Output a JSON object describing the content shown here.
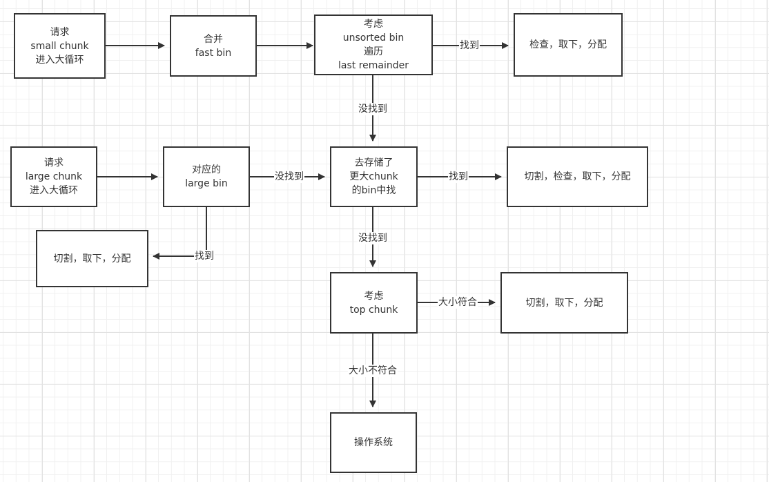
{
  "diagram": {
    "title": "glibc malloc large loop flow",
    "colors": {
      "stroke": "#333333",
      "text": "#333333",
      "background": "#ffffff",
      "grid": "#e2e2e2"
    },
    "nodes": [
      {
        "id": "req-small",
        "lines": [
          "请求",
          "small chunk",
          "进入大循环"
        ]
      },
      {
        "id": "merge-fast",
        "lines": [
          "合并",
          "fast bin"
        ]
      },
      {
        "id": "unsorted",
        "lines": [
          "考虑",
          "unsorted bin",
          "遍历",
          "last remainder"
        ]
      },
      {
        "id": "check-take-alloc",
        "lines": [
          "检查，取下，分配"
        ]
      },
      {
        "id": "req-large",
        "lines": [
          "请求",
          "large chunk",
          "进入大循环"
        ]
      },
      {
        "id": "large-bin",
        "lines": [
          "对应的",
          "large bin"
        ]
      },
      {
        "id": "bigger-bin",
        "lines": [
          "去存储了",
          "更大chunk",
          "的bin中找"
        ]
      },
      {
        "id": "split-check-take-alloc",
        "lines": [
          "切割，检查，取下，分配"
        ]
      },
      {
        "id": "split-take-alloc-left",
        "lines": [
          "切割，取下，分配"
        ]
      },
      {
        "id": "top-chunk",
        "lines": [
          "考虑",
          "top chunk"
        ]
      },
      {
        "id": "split-take-alloc-right",
        "lines": [
          "切割，取下，分配"
        ]
      },
      {
        "id": "os",
        "lines": [
          "操作系统"
        ]
      }
    ],
    "edges": [
      {
        "from": "req-small",
        "to": "merge-fast",
        "label": ""
      },
      {
        "from": "merge-fast",
        "to": "unsorted",
        "label": ""
      },
      {
        "from": "unsorted",
        "to": "check-take-alloc",
        "label": "找到"
      },
      {
        "from": "unsorted",
        "to": "bigger-bin",
        "label": "没找到"
      },
      {
        "from": "req-large",
        "to": "large-bin",
        "label": ""
      },
      {
        "from": "large-bin",
        "to": "bigger-bin",
        "label": "没找到"
      },
      {
        "from": "large-bin",
        "to": "split-take-alloc-left",
        "label": "找到"
      },
      {
        "from": "bigger-bin",
        "to": "split-check-take-alloc",
        "label": "找到"
      },
      {
        "from": "bigger-bin",
        "to": "top-chunk",
        "label": "没找到"
      },
      {
        "from": "top-chunk",
        "to": "split-take-alloc-right",
        "label": "大小符合"
      },
      {
        "from": "top-chunk",
        "to": "os",
        "label": "大小不符合"
      }
    ]
  }
}
